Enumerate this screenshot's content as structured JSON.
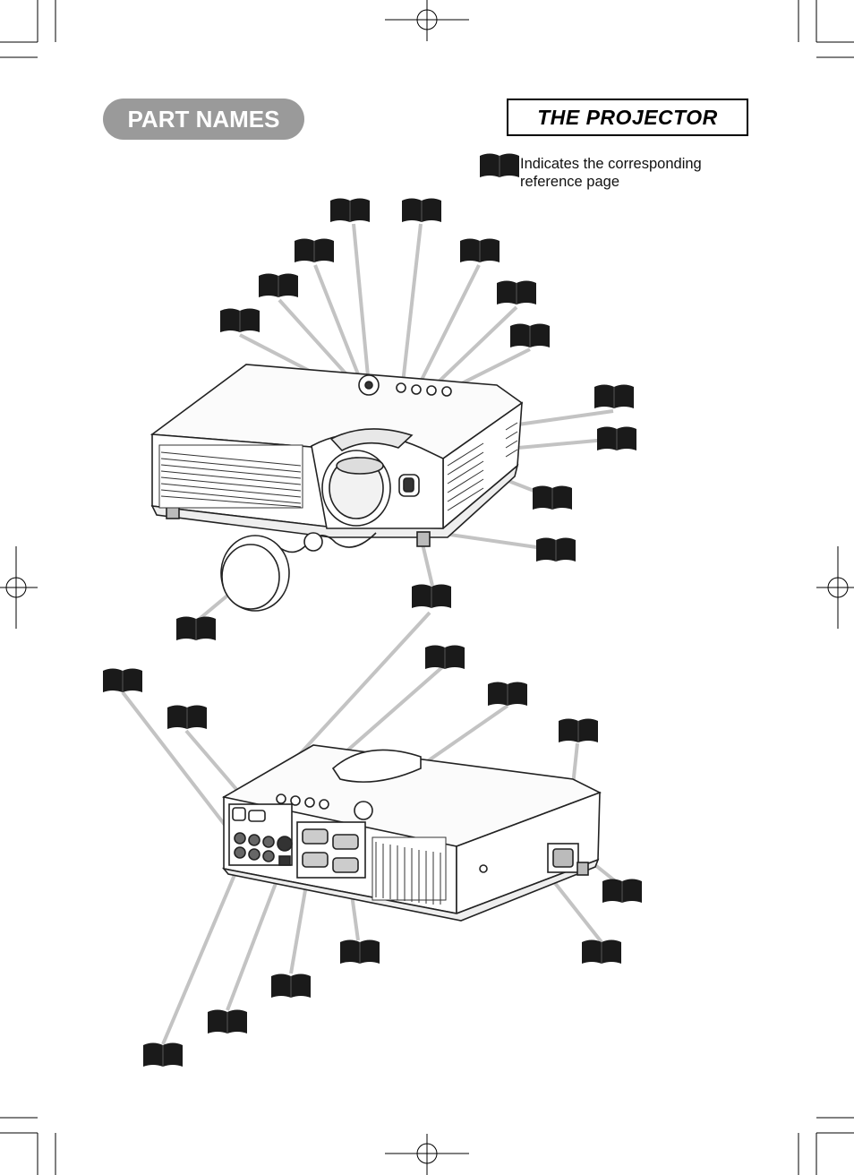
{
  "header": {
    "badge_label": "PART NAMES",
    "section_title": "THE PROJECTOR"
  },
  "legend": {
    "text": "Indicates the corresponding reference page",
    "icon": "book-icon"
  },
  "colors": {
    "badge": "#9a9a9a",
    "book": "#1a1a1a",
    "leader_line": "#c3c3c3",
    "outline": "#222222"
  }
}
